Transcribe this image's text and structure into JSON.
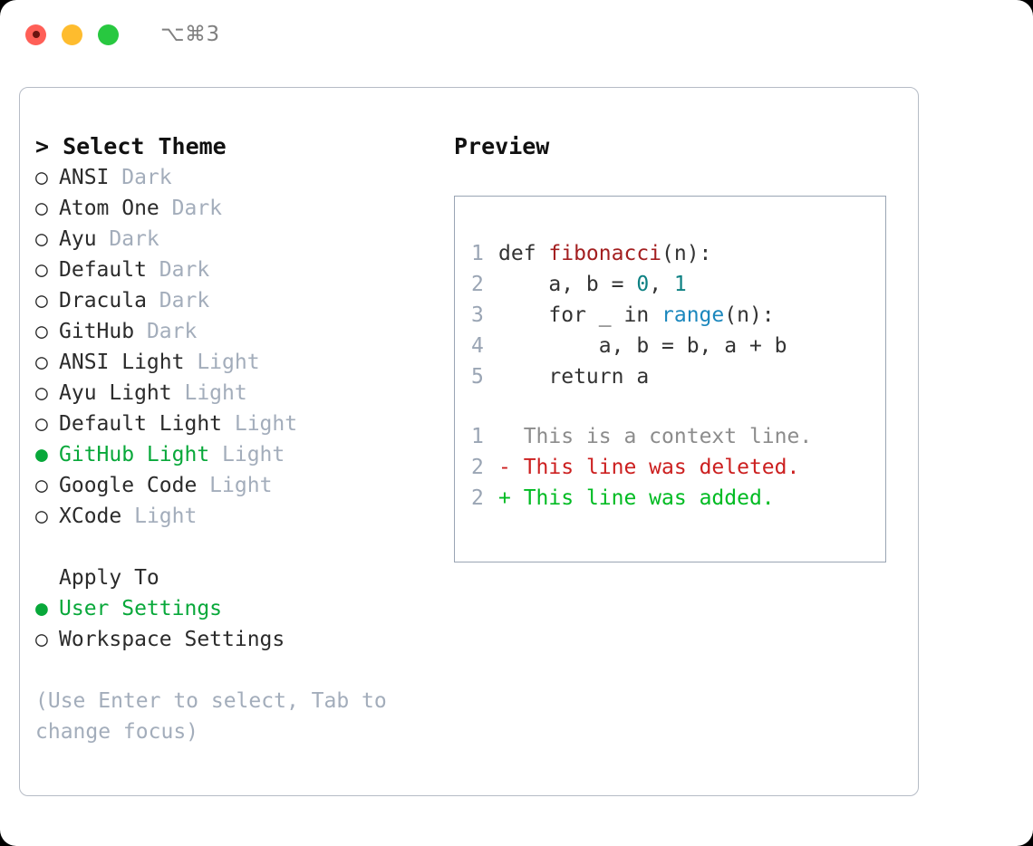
{
  "titlebar": {
    "lights": [
      {
        "name": "close",
        "color": "#ff5f57"
      },
      {
        "name": "minimize",
        "color": "#febc2e"
      },
      {
        "name": "zoom",
        "color": "#28c840"
      }
    ],
    "shortcut": "⌥⌘3"
  },
  "select_theme": {
    "prefix": "> ",
    "header": "Select Theme",
    "bullet_unselected": "○",
    "bullet_selected": "●",
    "accent_color": "#08a83a",
    "items": [
      {
        "bullet": "○",
        "label": "ANSI",
        "variant": "Dark",
        "selected": false
      },
      {
        "bullet": "○",
        "label": "Atom One",
        "variant": "Dark",
        "selected": false
      },
      {
        "bullet": "○",
        "label": "Ayu",
        "variant": "Dark",
        "selected": false
      },
      {
        "bullet": "○",
        "label": "Default",
        "variant": "Dark",
        "selected": false
      },
      {
        "bullet": "○",
        "label": "Dracula",
        "variant": "Dark",
        "selected": false
      },
      {
        "bullet": "○",
        "label": "GitHub",
        "variant": "Dark",
        "selected": false
      },
      {
        "bullet": "○",
        "label": "ANSI Light",
        "variant": "Light",
        "selected": false
      },
      {
        "bullet": "○",
        "label": "Ayu Light",
        "variant": "Light",
        "selected": false
      },
      {
        "bullet": "○",
        "label": "Default Light",
        "variant": "Light",
        "selected": false
      },
      {
        "bullet": "●",
        "label": "GitHub Light",
        "variant": "Light",
        "selected": true
      },
      {
        "bullet": "○",
        "label": "Google Code",
        "variant": "Light",
        "selected": false
      },
      {
        "bullet": "○",
        "label": "XCode",
        "variant": "Light",
        "selected": false
      }
    ]
  },
  "apply_to": {
    "header": "Apply To",
    "items": [
      {
        "bullet": "●",
        "label": "User Settings",
        "selected": true
      },
      {
        "bullet": "○",
        "label": "Workspace Settings",
        "selected": false
      }
    ]
  },
  "hint": "(Use Enter to select, Tab to change focus)",
  "preview": {
    "title": "Preview",
    "code_lines": [
      {
        "ln": "1",
        "tokens": [
          {
            "t": "def ",
            "c": "plain"
          },
          {
            "t": "fibonacci",
            "c": "fn"
          },
          {
            "t": "(n):",
            "c": "plain"
          }
        ]
      },
      {
        "ln": "2",
        "tokens": [
          {
            "t": "    a, b = ",
            "c": "plain"
          },
          {
            "t": "0",
            "c": "num"
          },
          {
            "t": ", ",
            "c": "plain"
          },
          {
            "t": "1",
            "c": "num"
          }
        ]
      },
      {
        "ln": "3",
        "tokens": [
          {
            "t": "    for _ in ",
            "c": "plain"
          },
          {
            "t": "range",
            "c": "kw"
          },
          {
            "t": "(n):",
            "c": "plain"
          }
        ]
      },
      {
        "ln": "4",
        "tokens": [
          {
            "t": "        a, b = b, a + b",
            "c": "plain"
          }
        ]
      },
      {
        "ln": "5",
        "tokens": [
          {
            "t": "    return a",
            "c": "plain"
          }
        ]
      }
    ],
    "diff_lines": [
      {
        "ln": "1",
        "marker": "  ",
        "text": "This is a context line.",
        "kind": "ctx"
      },
      {
        "ln": "2",
        "marker": "- ",
        "text": "This line was deleted.",
        "kind": "del"
      },
      {
        "ln": "2",
        "marker": "+ ",
        "text": "This line was added.",
        "kind": "add"
      }
    ]
  }
}
